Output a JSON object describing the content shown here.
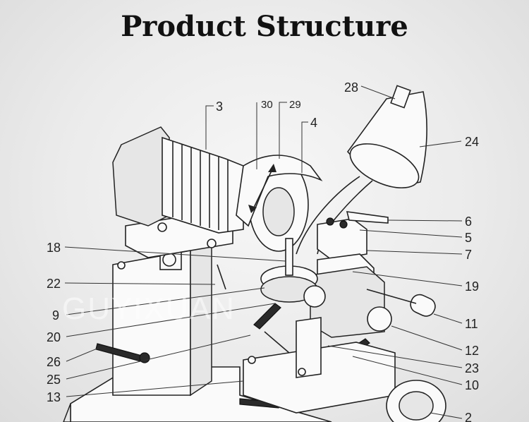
{
  "title": "Product Structure",
  "watermark": "GUYIXUAN",
  "callouts": {
    "c3": "3",
    "c30": "30",
    "c29": "29",
    "c4": "4",
    "c28": "28",
    "c24": "24",
    "c6": "6",
    "c5": "5",
    "c7": "7",
    "c18": "18",
    "c22": "22",
    "c19": "19",
    "c9": "9",
    "c11": "11",
    "c20": "20",
    "c12": "12",
    "c26": "26",
    "c23": "23",
    "c25": "25",
    "c10": "10",
    "c13": "13",
    "c2": "2"
  }
}
